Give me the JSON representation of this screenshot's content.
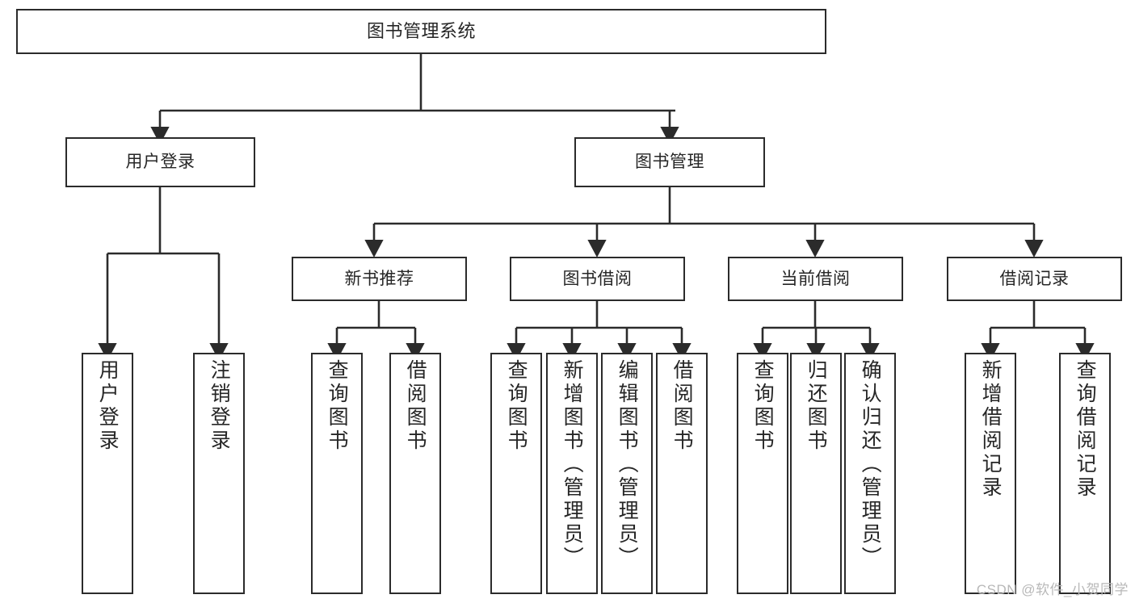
{
  "diagram": {
    "title": "图书管理系统",
    "watermark": "CSDN @软件_小贺同学",
    "stroke_color": "#2b2b2b",
    "text_color": "#262626",
    "background": "#ffffff",
    "nodes": {
      "root": {
        "label": "图书管理系统"
      },
      "level2": [
        {
          "label": "用户登录"
        },
        {
          "label": "图书管理"
        }
      ],
      "level3": [
        {
          "label": "新书推荐"
        },
        {
          "label": "图书借阅"
        },
        {
          "label": "当前借阅"
        },
        {
          "label": "借阅记录"
        }
      ],
      "leaves": {
        "user_login": [
          {
            "label": "用户登录"
          },
          {
            "label": "注销登录"
          }
        ],
        "new_book": [
          {
            "label": "查询图书"
          },
          {
            "label": "借阅图书"
          }
        ],
        "book_borrow": [
          {
            "label": "查询图书"
          },
          {
            "label": "新增图书（管理员）"
          },
          {
            "label": "编辑图书（管理员）"
          },
          {
            "label": "借阅图书"
          }
        ],
        "current_borrow": [
          {
            "label": "查询图书"
          },
          {
            "label": "归还图书"
          },
          {
            "label": "确认归还（管理员）"
          }
        ],
        "borrow_record": [
          {
            "label": "新增借阅记录"
          },
          {
            "label": "查询借阅记录"
          }
        ]
      }
    }
  }
}
